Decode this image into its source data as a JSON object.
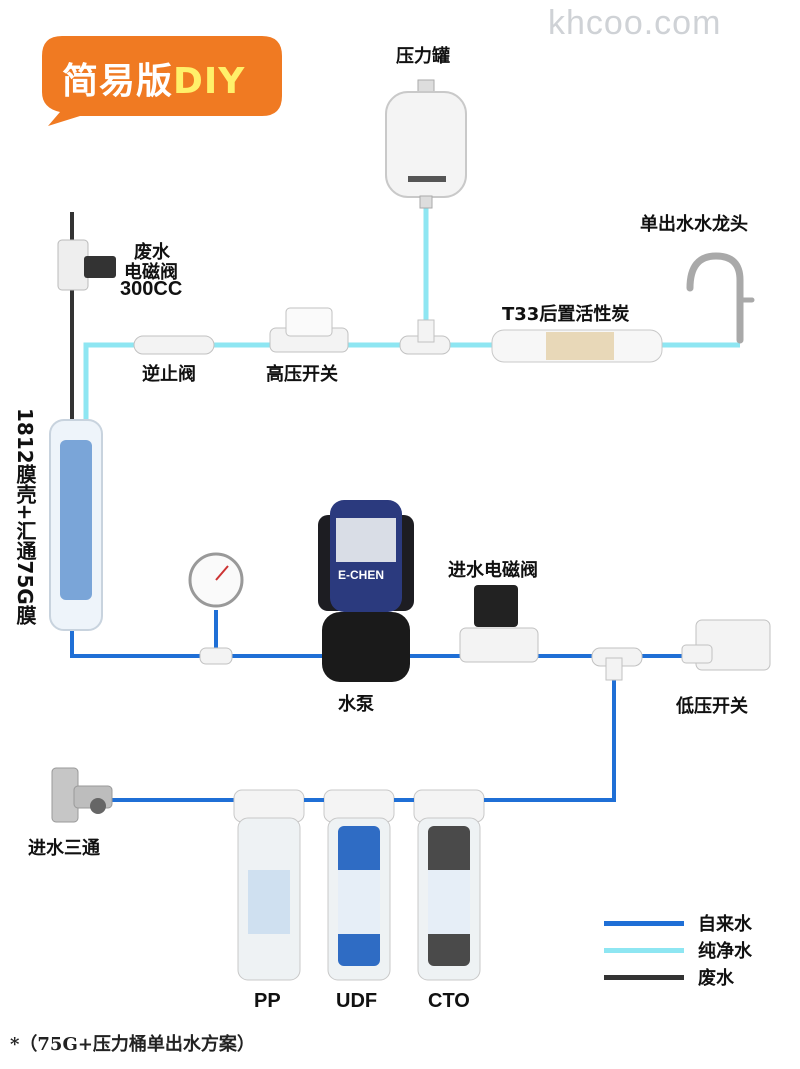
{
  "watermark": "khcoo.com",
  "badge": {
    "title_cn": "简易版",
    "title_en": "DIY"
  },
  "labels": {
    "pressure_tank": "压力罐",
    "single_faucet": "单出水水龙头",
    "waste_valve_line1": "废水",
    "waste_valve_line2": "电磁阀",
    "waste_valve_line3": "300CC",
    "check_valve": "逆止阀",
    "high_pressure_switch": "高压开关",
    "post_carbon": "T33后置活性炭",
    "membrane": "1812膜壳+汇通75G膜",
    "inlet_solenoid": "进水电磁阀",
    "pump": "水泵",
    "low_pressure_switch": "低压开关",
    "inlet_tee": "进水三通"
  },
  "pump_text": "E-CHEN",
  "filters": [
    {
      "label": "PP"
    },
    {
      "label": "UDF"
    },
    {
      "label": "CTO"
    }
  ],
  "legend": [
    {
      "label": "自来水",
      "color": "#1f6fd6"
    },
    {
      "label": "纯净水",
      "color": "#8ee6f2"
    },
    {
      "label": "废水",
      "color": "#333333"
    }
  ],
  "footnote": "*（75G+压力桶单出水方案）"
}
